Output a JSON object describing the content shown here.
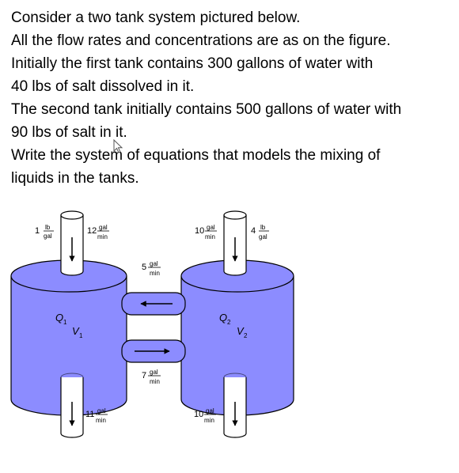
{
  "problem_lines": [
    "Consider a two tank system pictured below.",
    "All the flow rates and concentrations are as on the figure.",
    "Initially the first tank contains 300 gallons of water with",
    "40 lbs of salt dissolved in it.",
    "The second tank initially contains 500 gallons of water with",
    "90 lbs of salt in it.",
    "Write the system of equations that models the mixing of",
    "liquids in the tanks."
  ],
  "figure": {
    "colors": {
      "tank_fill": "#8c8cff",
      "tank_stroke": "#000000",
      "pipe_fill": "#ffffff"
    },
    "tank1": {
      "inflow_concentration": {
        "value": "1",
        "num": "lb",
        "den": "gal"
      },
      "inflow_rate": {
        "value": "12",
        "num": "gal",
        "den": "min"
      },
      "outflow_rate": {
        "value": "11",
        "num": "gal",
        "den": "min"
      },
      "amount_label": "Q",
      "amount_sub": "1",
      "volume_label": "V",
      "volume_sub": "1"
    },
    "tank2": {
      "inflow_concentration": {
        "value": "4",
        "num": "lb",
        "den": "gal"
      },
      "inflow_rate": {
        "value": "10",
        "num": "gal",
        "den": "min"
      },
      "outflow_rate": {
        "value": "10",
        "num": "gal",
        "den": "min"
      },
      "amount_label": "Q",
      "amount_sub": "2",
      "volume_label": "V",
      "volume_sub": "2"
    },
    "pipe_2_to_1": {
      "value": "5",
      "num": "gal",
      "den": "min"
    },
    "pipe_1_to_2": {
      "value": "7",
      "num": "gal",
      "den": "min"
    }
  }
}
